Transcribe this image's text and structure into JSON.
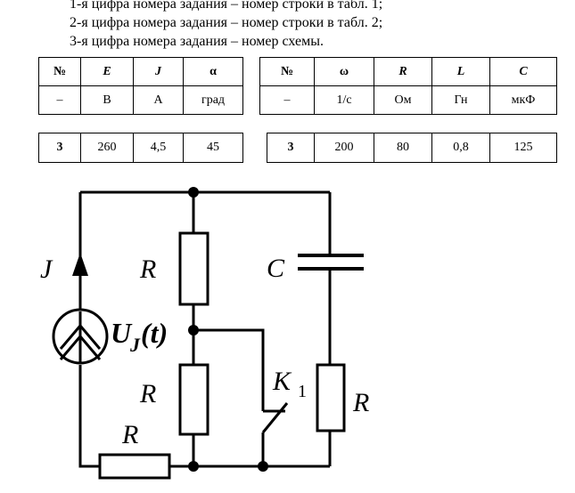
{
  "intro": [
    "1-я цифра номера задания – номер строки в табл. 1;",
    "2-я цифра номера задания – номер строки в табл. 2;",
    "3-я цифра номера задания – номер схемы."
  ],
  "table1": {
    "headers": [
      "№",
      "E",
      "J",
      "α"
    ],
    "units": [
      "–",
      "В",
      "А",
      "град"
    ],
    "row": [
      "3",
      "260",
      "4,5",
      "45"
    ]
  },
  "table2": {
    "headers": [
      "№",
      "ω",
      "R",
      "L",
      "C"
    ],
    "units": [
      "–",
      "1/с",
      "Ом",
      "Гн",
      "мкФ"
    ],
    "row": [
      "3",
      "200",
      "80",
      "0,8",
      "125"
    ]
  },
  "circuit": {
    "J_label": "J",
    "U_label": "U",
    "U_sub": "J",
    "U_arg": "(t)",
    "R_label": "R",
    "C_label": "C",
    "K_label": "K",
    "K_sub": "1"
  }
}
